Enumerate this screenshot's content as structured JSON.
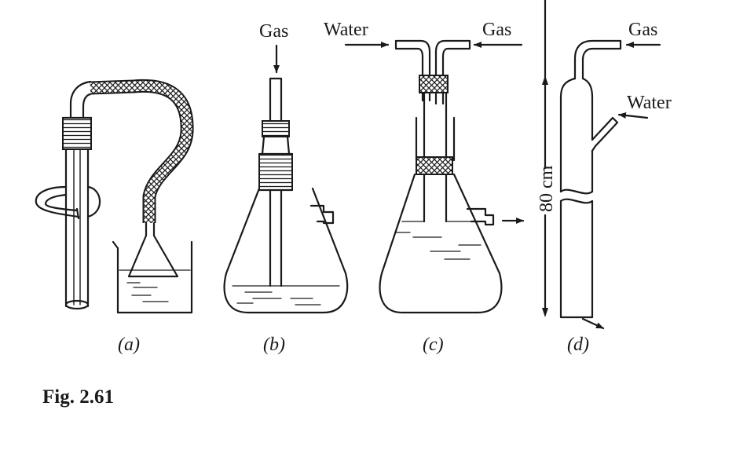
{
  "labels": {
    "b_gas": "Gas",
    "c_water": "Water",
    "c_gas": "Gas",
    "d_gas": "Gas",
    "d_water": "Water",
    "d_length": "80 cm"
  },
  "captions": {
    "a": "(a)",
    "b": "(b)",
    "c": "(c)",
    "d": "(d)"
  },
  "figure_caption": "Fig. 2.61"
}
